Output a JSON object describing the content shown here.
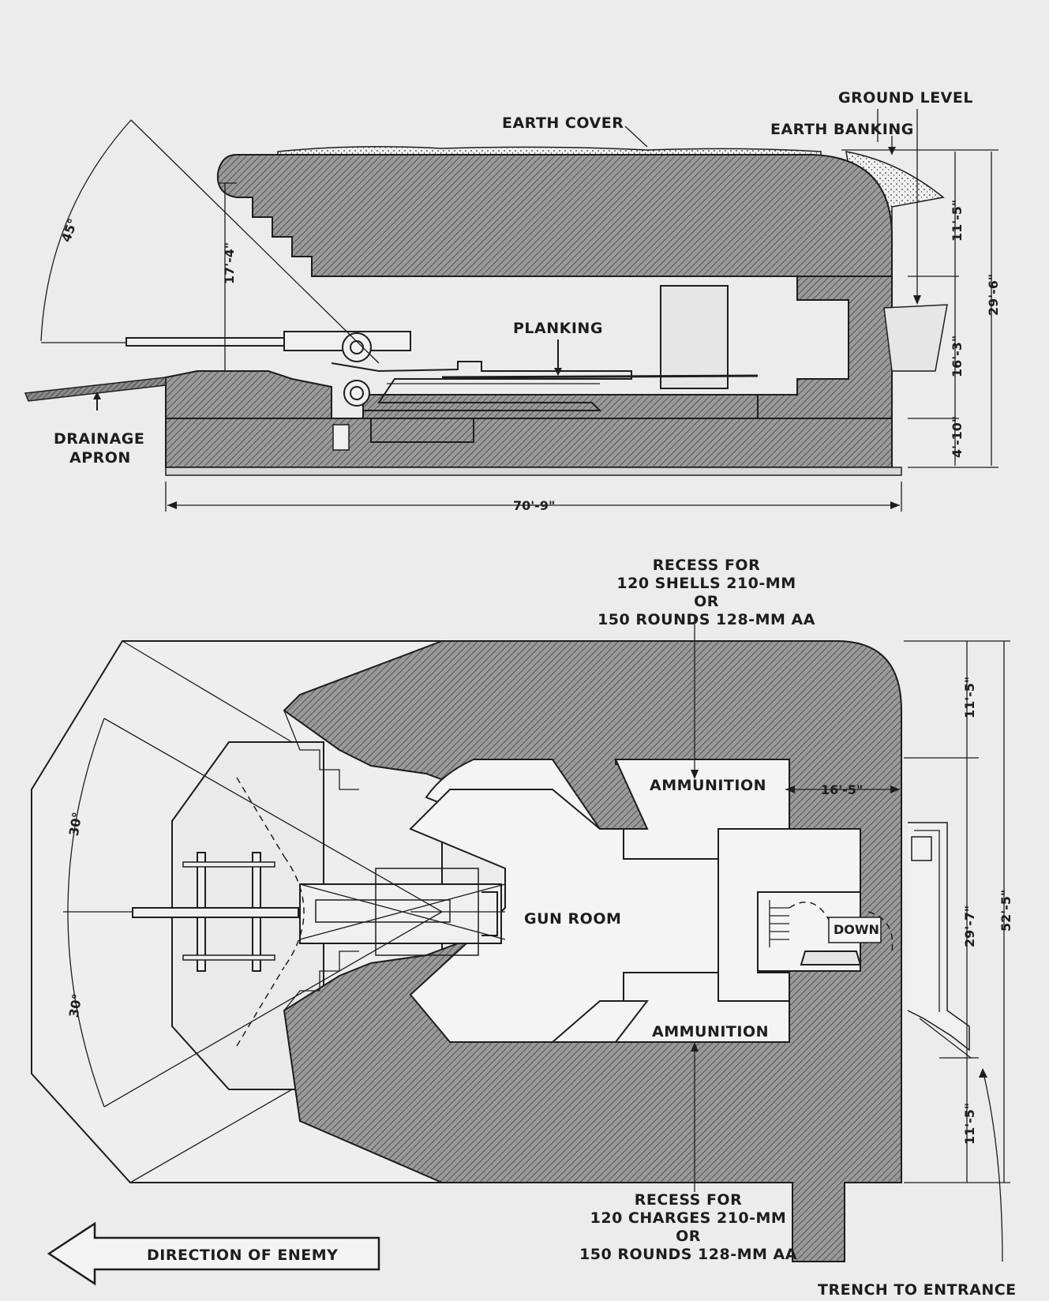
{
  "section": {
    "labels": {
      "earth_cover": "EARTH COVER",
      "ground_level": "GROUND LEVEL",
      "earth_banking": "EARTH BANKING",
      "planking": "PLANKING",
      "drainage_line1": "DRAINAGE",
      "drainage_line2": "APRON"
    },
    "dims": {
      "angle": "45°",
      "gun_height": "17'-4\"",
      "roof": "11'-5\"",
      "total_height": "29'-6\"",
      "room_height": "16'-3\"",
      "floor": "4'-10\"",
      "length": "70'-9\""
    }
  },
  "plan": {
    "recess_top": [
      "RECESS FOR",
      "120 SHELLS 210-MM",
      "OR",
      "150 ROUNDS 128-MM  AA"
    ],
    "recess_bottom": [
      "RECESS FOR",
      "120 CHARGES 210-MM",
      "OR",
      "150 ROUNDS 128-MM  AA"
    ],
    "ammunition_top": "AMMUNITION",
    "ammunition_bottom": "AMMUNITION",
    "gun_room": "GUN ROOM",
    "down": "DOWN",
    "direction": "DIRECTION OF ENEMY",
    "trench": "TRENCH TO ENTRANCE",
    "dims": {
      "angle_top": "30°",
      "angle_bottom": "30°",
      "wall_top": "11'-5\"",
      "recess_width": "16'-5\"",
      "middle": "29'-7\"",
      "total": "52'-5\"",
      "wall_bottom": "11'-5\""
    }
  }
}
